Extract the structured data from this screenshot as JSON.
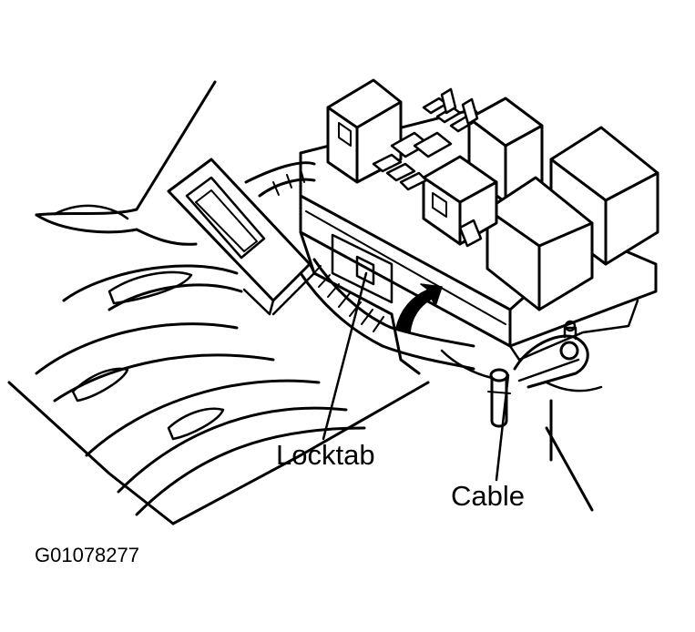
{
  "labels": {
    "locktab": "Locktab",
    "cable": "Cable"
  },
  "figure_id": "G01078277",
  "colors": {
    "ink": "#000000",
    "paper": "#ffffff"
  }
}
